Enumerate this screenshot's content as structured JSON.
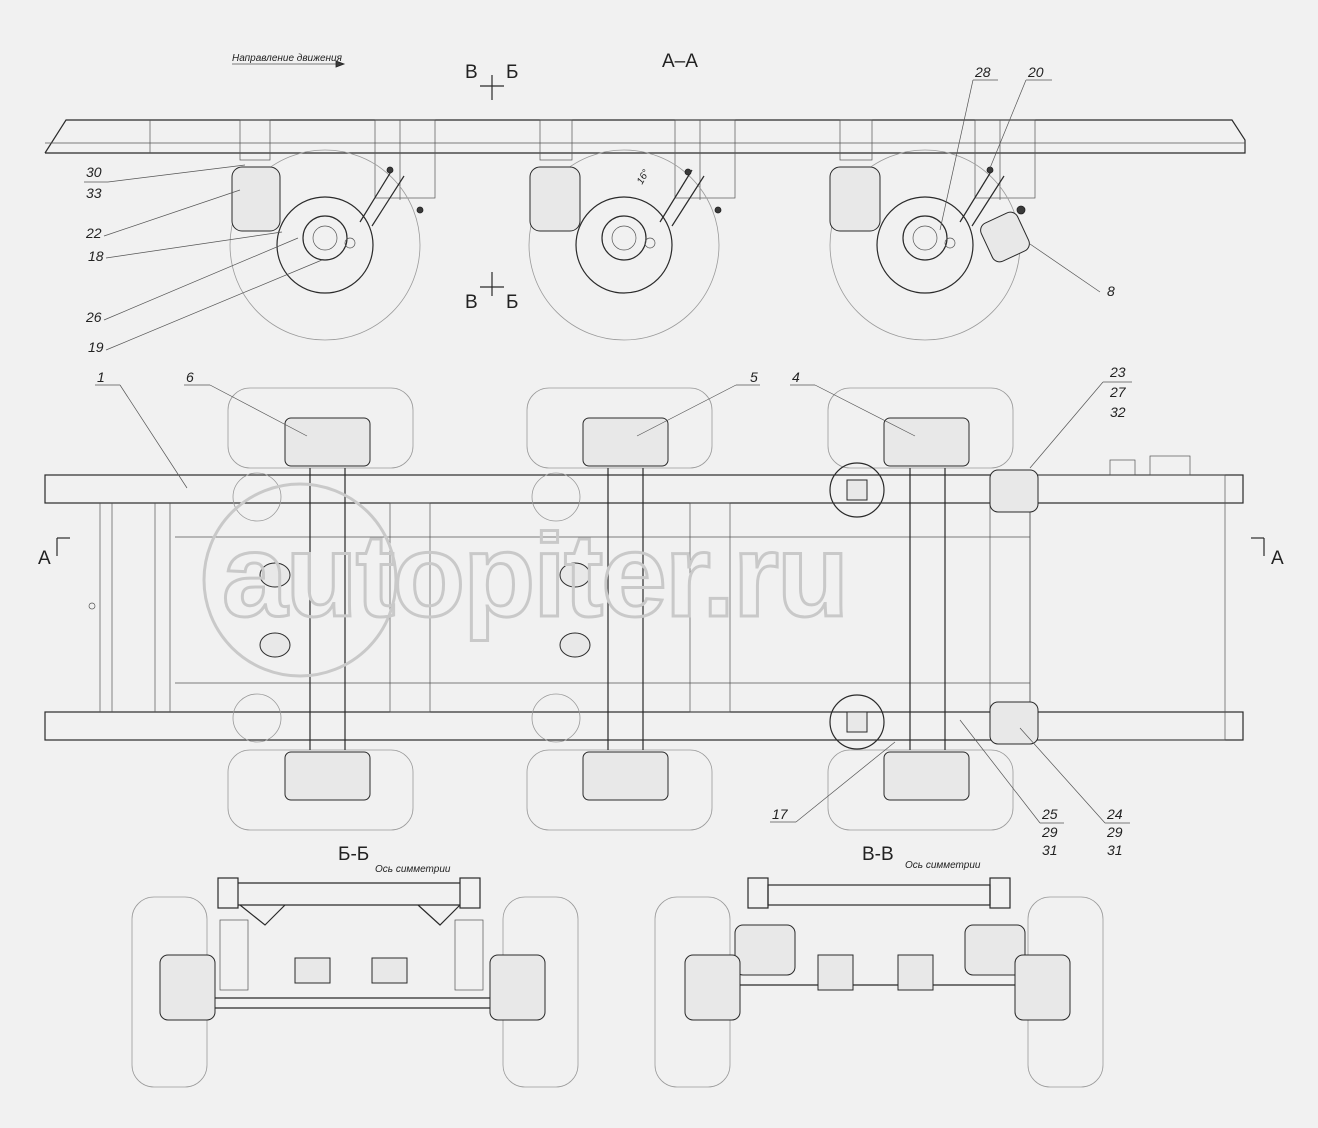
{
  "labels": {
    "direction": "Направление движения",
    "section_aa": "А–А",
    "section_bb": "Б-Б",
    "section_vv": "В-В",
    "symmetry_bb": "Ось симметрии",
    "symmetry_vv": "Ось симметрии",
    "cut_a_left": "А",
    "cut_a_right": "А",
    "cut_v_top": "В",
    "cut_b_top": "Б",
    "cut_v_bottom": "В",
    "cut_b_bottom": "Б",
    "dim": "16°",
    "watermark": "autopiter.ru"
  },
  "callouts": {
    "c1": "1",
    "c4": "4",
    "c5": "5",
    "c6": "6",
    "c8": "8",
    "c17": "17",
    "c18": "18",
    "c19": "19",
    "c20": "20",
    "c22": "22",
    "c23": "23",
    "c24": "24",
    "c25": "25",
    "c26": "26",
    "c27": "27",
    "c28": "28",
    "c29a": "29",
    "c29b": "29",
    "c30": "30",
    "c31a": "31",
    "c31b": "31",
    "c32": "32",
    "c33": "33"
  }
}
